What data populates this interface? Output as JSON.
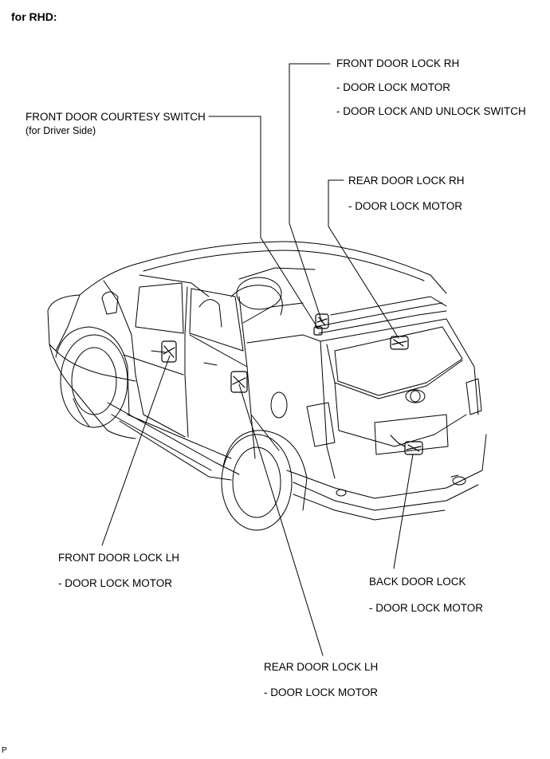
{
  "header": {
    "title": "for RHD:"
  },
  "labels": {
    "front_door_lock_rh": {
      "title": "FRONT DOOR LOCK RH",
      "item1": "- DOOR LOCK MOTOR",
      "item2": "- DOOR LOCK AND UNLOCK SWITCH"
    },
    "courtesy_switch": {
      "title": "FRONT DOOR COURTESY SWITCH",
      "sub": "(for Driver Side)"
    },
    "rear_door_lock_rh": {
      "title": "REAR DOOR LOCK RH",
      "item1": "- DOOR LOCK MOTOR"
    },
    "front_door_lock_lh": {
      "title": "FRONT DOOR LOCK LH",
      "item1": "- DOOR LOCK MOTOR"
    },
    "back_door_lock": {
      "title": "BACK DOOR LOCK",
      "item1": "- DOOR LOCK MOTOR"
    },
    "rear_door_lock_lh": {
      "title": "REAR DOOR LOCK LH",
      "item1": "- DOOR LOCK MOTOR"
    }
  },
  "footer": {
    "corner_mark": "P"
  }
}
